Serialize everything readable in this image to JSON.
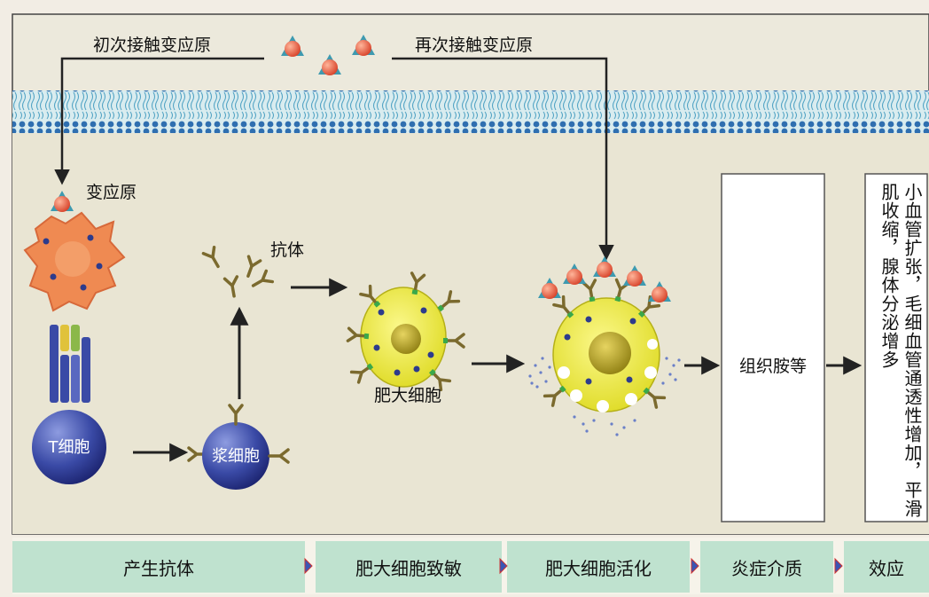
{
  "labels": {
    "first_exposure": "初次接触变应原",
    "second_exposure": "再次接触变应原",
    "allergen": "变应原",
    "antibody": "抗体",
    "t_cell": "T细胞",
    "plasma_cell": "浆细胞",
    "mast_cell": "肥大细胞",
    "mediator": "组织胺等",
    "effect_col1": "小血管扩张，毛细血管通透性增",
    "effect_col2": "加，平滑肌收缩，腺体分泌增多"
  },
  "stages": [
    "产生抗体",
    "肥大细胞致敏",
    "肥大细胞活化",
    "炎症介质",
    "效应"
  ],
  "colors": {
    "background": "#f2ede4",
    "panel_bg": "#e9e6d6",
    "membrane_dots": "#2f6fb0",
    "membrane_fill": "#cfe6ee",
    "stage_bar": "#bfe2cf",
    "cell_yellow": "#e9e427",
    "t_cell_blue": "#2d3b8c",
    "dendritic_orange": "#ef8a52",
    "arrow_black": "#222"
  },
  "icons": [
    "allergen-icon",
    "antibody-icon",
    "granule-icon",
    "arrow-icon"
  ]
}
